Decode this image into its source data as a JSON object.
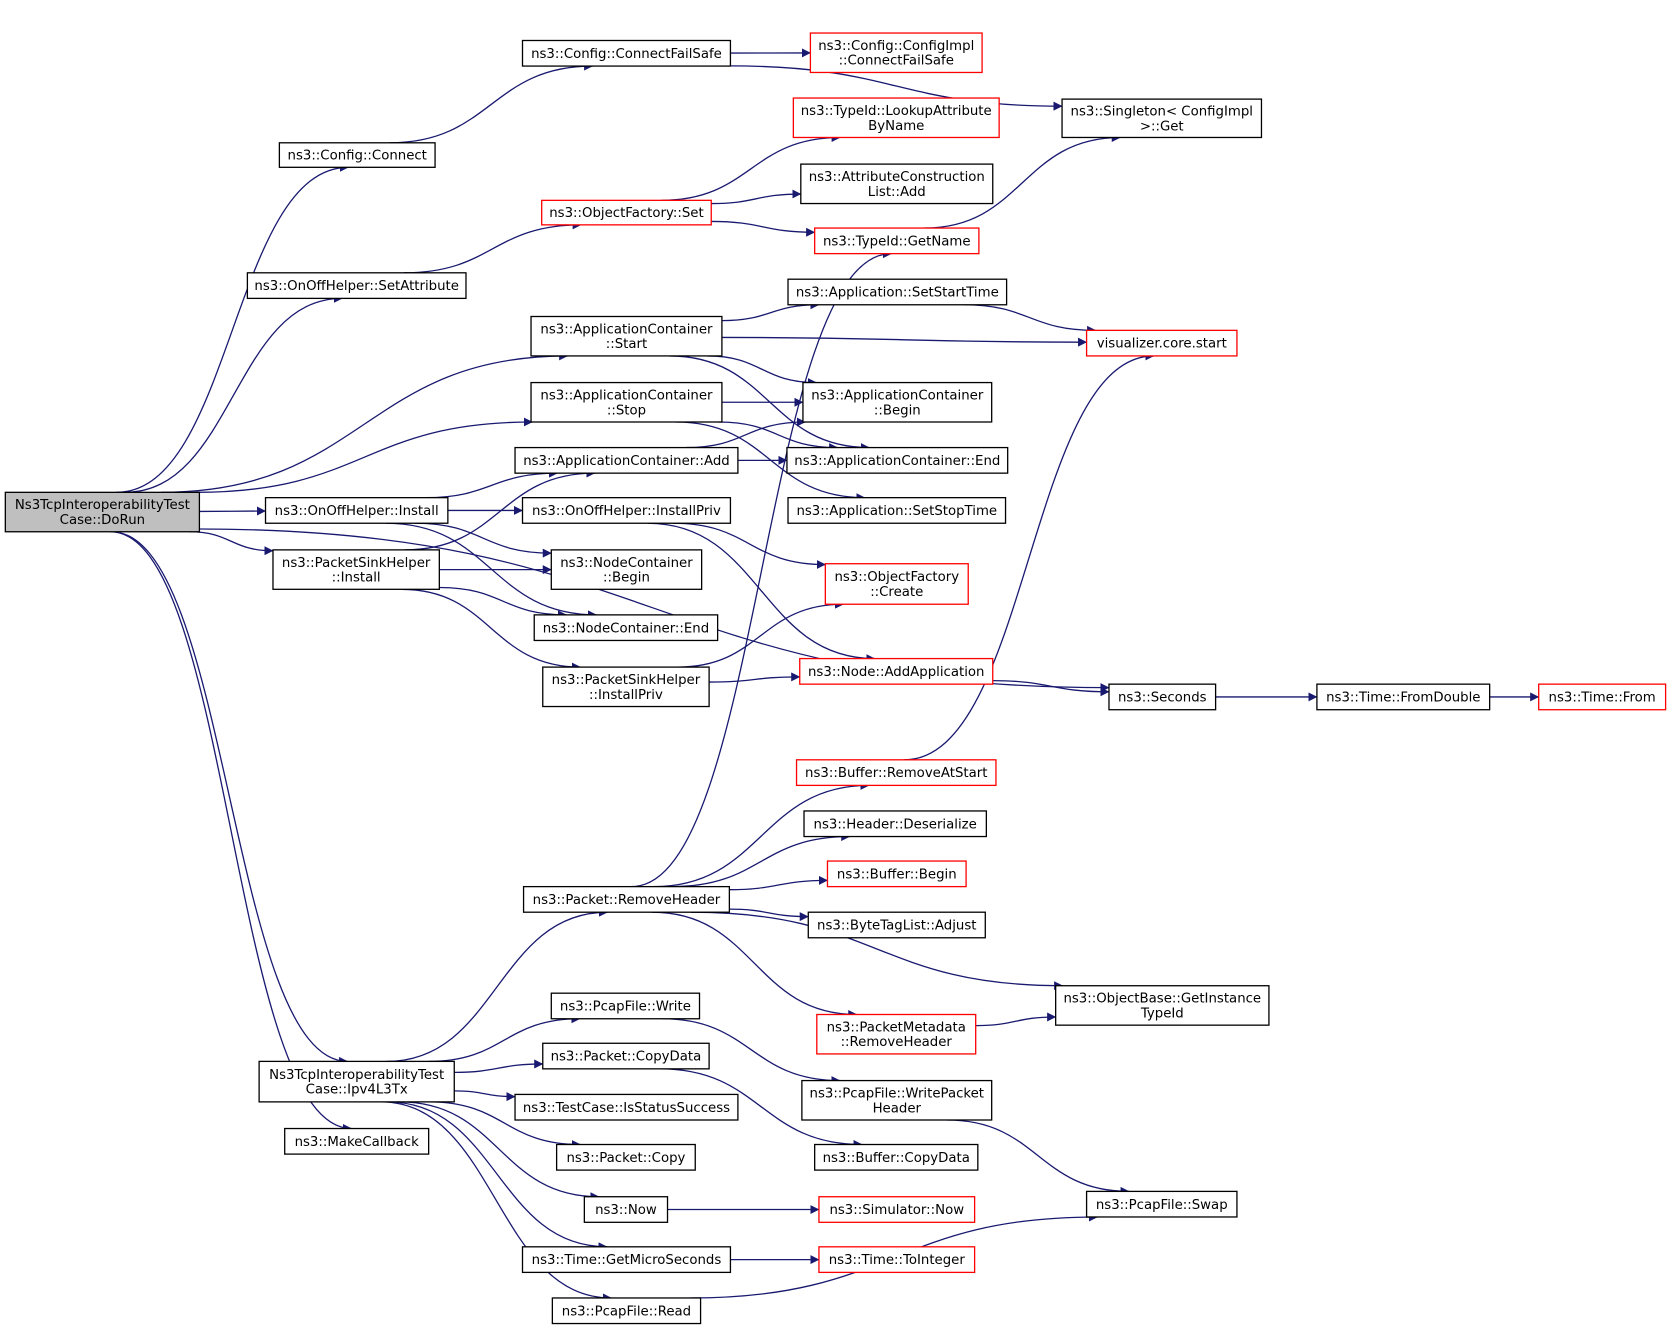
{
  "diagram": {
    "nodes": [
      {
        "id": "root",
        "lines": [
          "Ns3TcpInteroperabilityTest",
          "Case::DoRun"
        ],
        "red": false,
        "root": true
      },
      {
        "id": "cfgConnect",
        "lines": [
          "ns3::Config::Connect"
        ],
        "red": false
      },
      {
        "id": "cfgConnectFS",
        "lines": [
          "ns3::Config::ConnectFailSafe"
        ],
        "red": false
      },
      {
        "id": "cfgImplCFS",
        "lines": [
          "ns3::Config::ConfigImpl",
          "::ConnectFailSafe"
        ],
        "red": true
      },
      {
        "id": "singleton",
        "lines": [
          "ns3::Singleton< ConfigImpl",
          ">::Get"
        ],
        "red": false
      },
      {
        "id": "lookupAttr",
        "lines": [
          "ns3::TypeId::LookupAttribute",
          "ByName"
        ],
        "red": true
      },
      {
        "id": "attrConstr",
        "lines": [
          "ns3::AttributeConstruction",
          "List::Add"
        ],
        "red": false
      },
      {
        "id": "objFactSet",
        "lines": [
          "ns3::ObjectFactory::Set"
        ],
        "red": true
      },
      {
        "id": "onoffSetAttr",
        "lines": [
          "ns3::OnOffHelper::SetAttribute"
        ],
        "red": false
      },
      {
        "id": "typeidGetName",
        "lines": [
          "ns3::TypeId::GetName"
        ],
        "red": true
      },
      {
        "id": "appSetStart",
        "lines": [
          "ns3::Application::SetStartTime"
        ],
        "red": false
      },
      {
        "id": "appContStart",
        "lines": [
          "ns3::ApplicationContainer",
          "::Start"
        ],
        "red": false
      },
      {
        "id": "vizStart",
        "lines": [
          "visualizer.core.start"
        ],
        "red": true
      },
      {
        "id": "appContStop",
        "lines": [
          "ns3::ApplicationContainer",
          "::Stop"
        ],
        "red": false
      },
      {
        "id": "appContBegin",
        "lines": [
          "ns3::ApplicationContainer",
          "::Begin"
        ],
        "red": false
      },
      {
        "id": "appContAdd",
        "lines": [
          "ns3::ApplicationContainer::Add"
        ],
        "red": false
      },
      {
        "id": "appContEnd",
        "lines": [
          "ns3::ApplicationContainer::End"
        ],
        "red": false
      },
      {
        "id": "onoffInstall",
        "lines": [
          "ns3::OnOffHelper::Install"
        ],
        "red": false
      },
      {
        "id": "onoffInstallPriv",
        "lines": [
          "ns3::OnOffHelper::InstallPriv"
        ],
        "red": false
      },
      {
        "id": "appSetStop",
        "lines": [
          "ns3::Application::SetStopTime"
        ],
        "red": false
      },
      {
        "id": "pktSinkInstall",
        "lines": [
          "ns3::PacketSinkHelper",
          "::Install"
        ],
        "red": false
      },
      {
        "id": "nodeContBegin",
        "lines": [
          "ns3::NodeContainer",
          "::Begin"
        ],
        "red": false
      },
      {
        "id": "objFactCreate",
        "lines": [
          "ns3::ObjectFactory",
          "::Create"
        ],
        "red": true
      },
      {
        "id": "nodeContEnd",
        "lines": [
          "ns3::NodeContainer::End"
        ],
        "red": false
      },
      {
        "id": "pktSinkInstallPriv",
        "lines": [
          "ns3::PacketSinkHelper",
          "::InstallPriv"
        ],
        "red": false
      },
      {
        "id": "nodeAddApp",
        "lines": [
          "ns3::Node::AddApplication"
        ],
        "red": true
      },
      {
        "id": "seconds",
        "lines": [
          "ns3::Seconds"
        ],
        "red": false
      },
      {
        "id": "timeFromDouble",
        "lines": [
          "ns3::Time::FromDouble"
        ],
        "red": false
      },
      {
        "id": "timeFrom",
        "lines": [
          "ns3::Time::From"
        ],
        "red": true
      },
      {
        "id": "bufRemoveAtStart",
        "lines": [
          "ns3::Buffer::RemoveAtStart"
        ],
        "red": true
      },
      {
        "id": "hdrDeserialize",
        "lines": [
          "ns3::Header::Deserialize"
        ],
        "red": false
      },
      {
        "id": "bufBegin",
        "lines": [
          "ns3::Buffer::Begin"
        ],
        "red": true
      },
      {
        "id": "pktRemoveHeader",
        "lines": [
          "ns3::Packet::RemoveHeader"
        ],
        "red": false
      },
      {
        "id": "byteTagAdjust",
        "lines": [
          "ns3::ByteTagList::Adjust"
        ],
        "red": false
      },
      {
        "id": "objBaseGetTid",
        "lines": [
          "ns3::ObjectBase::GetInstance",
          "TypeId"
        ],
        "red": false
      },
      {
        "id": "pcapWrite",
        "lines": [
          "ns3::PcapFile::Write"
        ],
        "red": false
      },
      {
        "id": "pktMetaRemoveHdr",
        "lines": [
          "ns3::PacketMetadata",
          "::RemoveHeader"
        ],
        "red": true
      },
      {
        "id": "pktCopyData",
        "lines": [
          "ns3::Packet::CopyData"
        ],
        "red": false
      },
      {
        "id": "pcapWritePktHdr",
        "lines": [
          "ns3::PcapFile::WritePacket",
          "Header"
        ],
        "red": false
      },
      {
        "id": "ipv4L3Tx",
        "lines": [
          "Ns3TcpInteroperabilityTest",
          "Case::Ipv4L3Tx"
        ],
        "red": false
      },
      {
        "id": "testCaseIsStatus",
        "lines": [
          "ns3::TestCase::IsStatusSuccess"
        ],
        "red": false
      },
      {
        "id": "makeCallback",
        "lines": [
          "ns3::MakeCallback"
        ],
        "red": false
      },
      {
        "id": "pktCopy",
        "lines": [
          "ns3::Packet::Copy"
        ],
        "red": false
      },
      {
        "id": "bufCopyData",
        "lines": [
          "ns3::Buffer::CopyData"
        ],
        "red": false
      },
      {
        "id": "now",
        "lines": [
          "ns3::Now"
        ],
        "red": false
      },
      {
        "id": "simNow",
        "lines": [
          "ns3::Simulator::Now"
        ],
        "red": true
      },
      {
        "id": "pcapSwap",
        "lines": [
          "ns3::PcapFile::Swap"
        ],
        "red": false
      },
      {
        "id": "timeGetMicro",
        "lines": [
          "ns3::Time::GetMicroSeconds"
        ],
        "red": false
      },
      {
        "id": "timeToInteger",
        "lines": [
          "ns3::Time::ToInteger"
        ],
        "red": true
      },
      {
        "id": "pcapRead",
        "lines": [
          "ns3::PcapFile::Read"
        ],
        "red": false
      }
    ],
    "edges": [
      [
        "root",
        "cfgConnect"
      ],
      [
        "root",
        "onoffSetAttr"
      ],
      [
        "root",
        "appContStart"
      ],
      [
        "root",
        "appContStop"
      ],
      [
        "root",
        "onoffInstall"
      ],
      [
        "root",
        "pktSinkInstall"
      ],
      [
        "root",
        "seconds"
      ],
      [
        "root",
        "ipv4L3Tx"
      ],
      [
        "root",
        "makeCallback"
      ],
      [
        "cfgConnect",
        "cfgConnectFS"
      ],
      [
        "cfgConnectFS",
        "cfgImplCFS"
      ],
      [
        "cfgConnectFS",
        "singleton"
      ],
      [
        "onoffSetAttr",
        "objFactSet"
      ],
      [
        "objFactSet",
        "lookupAttr"
      ],
      [
        "objFactSet",
        "attrConstr"
      ],
      [
        "objFactSet",
        "typeidGetName"
      ],
      [
        "typeidGetName",
        "singleton"
      ],
      [
        "appContStart",
        "appSetStart"
      ],
      [
        "appContStart",
        "vizStart"
      ],
      [
        "appContStart",
        "appContBegin"
      ],
      [
        "appContStart",
        "appContEnd"
      ],
      [
        "appSetStart",
        "vizStart"
      ],
      [
        "appContStop",
        "appContBegin"
      ],
      [
        "appContStop",
        "appContEnd"
      ],
      [
        "appContStop",
        "appSetStop"
      ],
      [
        "appContAdd",
        "appContBegin"
      ],
      [
        "appContAdd",
        "appContEnd"
      ],
      [
        "onoffInstall",
        "appContAdd"
      ],
      [
        "onoffInstall",
        "onoffInstallPriv"
      ],
      [
        "onoffInstall",
        "nodeContBegin"
      ],
      [
        "onoffInstall",
        "nodeContEnd"
      ],
      [
        "onoffInstallPriv",
        "objFactCreate"
      ],
      [
        "onoffInstallPriv",
        "nodeAddApp"
      ],
      [
        "pktSinkInstall",
        "appContAdd"
      ],
      [
        "pktSinkInstall",
        "nodeContBegin"
      ],
      [
        "pktSinkInstall",
        "nodeContEnd"
      ],
      [
        "pktSinkInstall",
        "pktSinkInstallPriv"
      ],
      [
        "pktSinkInstallPriv",
        "objFactCreate"
      ],
      [
        "pktSinkInstallPriv",
        "nodeAddApp"
      ],
      [
        "nodeAddApp",
        "seconds"
      ],
      [
        "seconds",
        "timeFromDouble"
      ],
      [
        "timeFromDouble",
        "timeFrom"
      ],
      [
        "bufRemoveAtStart",
        "vizStart"
      ],
      [
        "pktRemoveHeader",
        "typeidGetName"
      ],
      [
        "pktRemoveHeader",
        "bufRemoveAtStart"
      ],
      [
        "pktRemoveHeader",
        "hdrDeserialize"
      ],
      [
        "pktRemoveHeader",
        "bufBegin"
      ],
      [
        "pktRemoveHeader",
        "byteTagAdjust"
      ],
      [
        "pktRemoveHeader",
        "objBaseGetTid"
      ],
      [
        "pktRemoveHeader",
        "pktMetaRemoveHdr"
      ],
      [
        "pktMetaRemoveHdr",
        "objBaseGetTid"
      ],
      [
        "ipv4L3Tx",
        "pktRemoveHeader"
      ],
      [
        "ipv4L3Tx",
        "pcapWrite"
      ],
      [
        "ipv4L3Tx",
        "pktCopyData"
      ],
      [
        "ipv4L3Tx",
        "testCaseIsStatus"
      ],
      [
        "ipv4L3Tx",
        "pktCopy"
      ],
      [
        "ipv4L3Tx",
        "now"
      ],
      [
        "ipv4L3Tx",
        "timeGetMicro"
      ],
      [
        "ipv4L3Tx",
        "pcapRead"
      ],
      [
        "pcapWrite",
        "pcapWritePktHdr"
      ],
      [
        "pcapWritePktHdr",
        "pcapSwap"
      ],
      [
        "pktCopyData",
        "bufCopyData"
      ],
      [
        "now",
        "simNow"
      ],
      [
        "timeGetMicro",
        "timeToInteger"
      ],
      [
        "pcapRead",
        "pcapSwap"
      ]
    ]
  }
}
